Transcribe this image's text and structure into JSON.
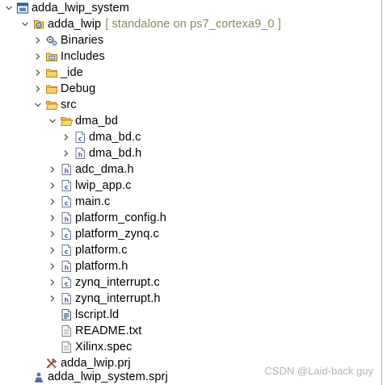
{
  "tree": {
    "root": {
      "label": "adda_lwip_system"
    },
    "project": {
      "label": "adda_lwip",
      "decoration": "[ standalone on ps7_cortexa9_0 ]"
    },
    "binaries": {
      "label": "Binaries"
    },
    "includes": {
      "label": "Includes"
    },
    "ide": {
      "label": "_ide"
    },
    "debug": {
      "label": "Debug"
    },
    "src": {
      "label": "src"
    },
    "dma_bd": {
      "label": "dma_bd"
    },
    "dma_bd_c": {
      "label": "dma_bd.c"
    },
    "dma_bd_h": {
      "label": "dma_bd.h"
    },
    "adc_dma_h": {
      "label": "adc_dma.h"
    },
    "lwip_app_c": {
      "label": "lwip_app.c"
    },
    "main_c": {
      "label": "main.c"
    },
    "platform_config_h": {
      "label": "platform_config.h"
    },
    "platform_zynq_c": {
      "label": "platform_zynq.c"
    },
    "platform_c": {
      "label": "platform.c"
    },
    "platform_h": {
      "label": "platform.h"
    },
    "zynq_interrupt_c": {
      "label": "zynq_interrupt.c"
    },
    "zynq_interrupt_h": {
      "label": "zynq_interrupt.h"
    },
    "lscript": {
      "label": "lscript.ld"
    },
    "readme": {
      "label": "README.txt"
    },
    "xilinx_spec": {
      "label": "Xilinx.spec"
    },
    "prj": {
      "label": "adda_lwip.prj"
    },
    "sprj": {
      "label": "adda_lwip_system.sprj"
    }
  },
  "icons": {
    "system_project": "system-project-icon",
    "application_project": "application-project-icon",
    "binaries": "binaries-icon",
    "includes": "includes-icon",
    "folder": "folder-icon",
    "c_source": "c-source-file-icon",
    "c_header": "c-header-file-icon",
    "linker_script": "linker-script-icon",
    "text_file": "text-file-icon",
    "project_file": "project-file-icon",
    "system_project_file": "system-project-file-icon"
  },
  "colors": {
    "folder": "#e3b24a",
    "system_project": "#2f5f9e",
    "decoration": "#8a8a5c",
    "watermark": "#b3b3b3",
    "twisty": "#5a5a5a"
  },
  "watermark": "CSDN @Laid-back guy"
}
